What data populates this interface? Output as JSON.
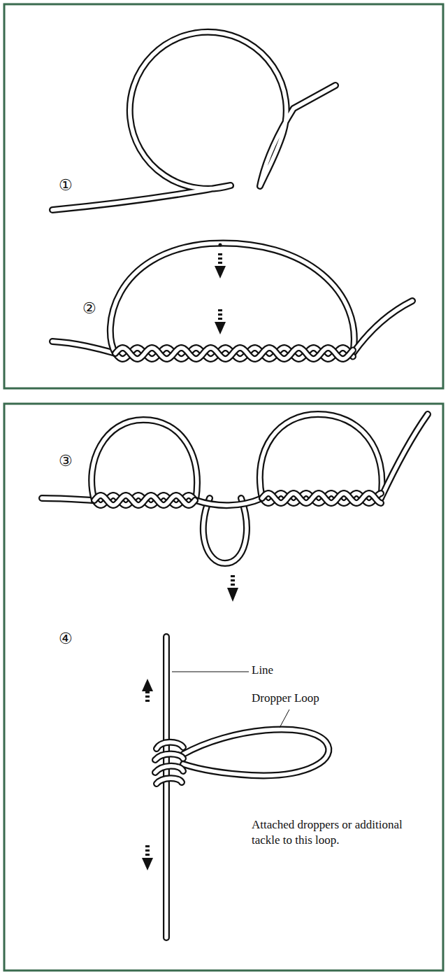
{
  "diagram": {
    "labels": [
      "①",
      "②",
      "③",
      "④",
      "Line",
      "Dropper Loop",
      "Attached droppers or additional tackle to this loop."
    ]
  }
}
